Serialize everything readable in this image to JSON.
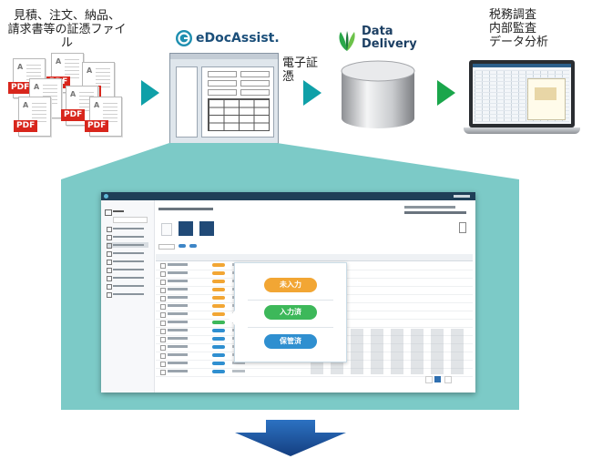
{
  "sources": {
    "label_line1": "見積、注文、納品、",
    "label_line2": "請求書等の証憑ファイル",
    "pdf_label": "PDF",
    "doc_letter": "A"
  },
  "edoc": {
    "brand": "eDocAssist."
  },
  "archive": {
    "label": "電子証憑",
    "brand_line1": "Data",
    "brand_line2": "Delivery"
  },
  "audit": {
    "line1": "税務調査",
    "line2": "内部監査",
    "line3": "データ分析"
  },
  "popup": {
    "btn1": "未入力",
    "btn2": "入力済",
    "btn3": "保管済"
  },
  "colors": {
    "arrow": "#0fa0a8",
    "arrow_green": "#1aa64b",
    "panel": "#7ccac7",
    "btn_orange": "#f2a634",
    "btn_green": "#3db85a",
    "btn_blue": "#2f8fd0",
    "down_arrow": "#1a57a8"
  }
}
